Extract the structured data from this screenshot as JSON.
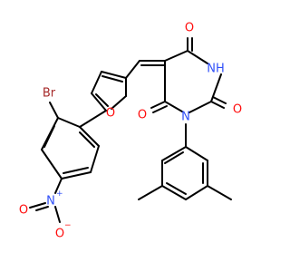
{
  "molecule": {
    "atoms": {
      "o_top": "O",
      "nh": "NH",
      "o_right": "O",
      "n_ring": "N",
      "o_left": "O",
      "o_furan": "O",
      "br": "Br",
      "n_nitro": "N",
      "n_nitro_charge": "+",
      "o_nitro_top": "O",
      "o_nitro_bottom": "O",
      "o_nitro_charge": "−"
    },
    "colors": {
      "carbon": "#000000",
      "oxygen": "#ff0d0d",
      "nitrogen": "#3050f8",
      "bromine": "#a62929"
    }
  }
}
